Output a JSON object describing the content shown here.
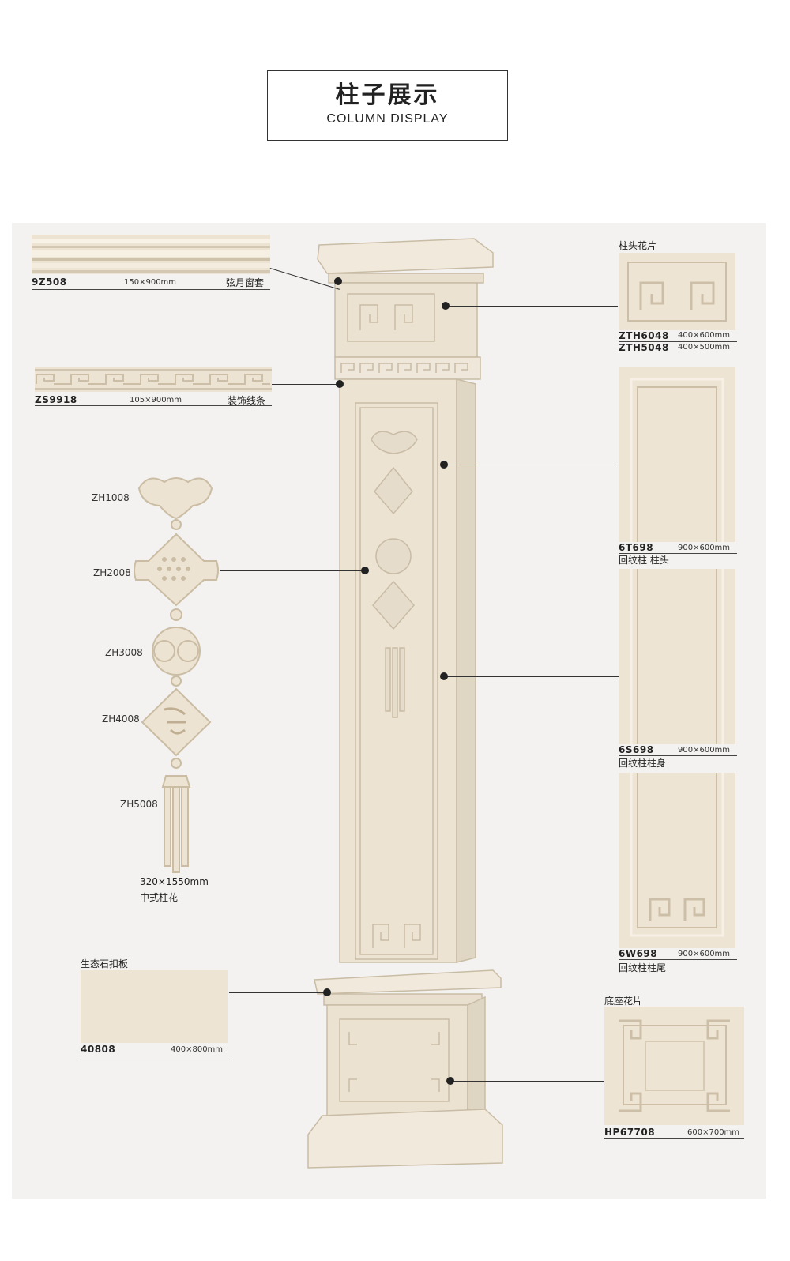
{
  "header": {
    "title_cn": "柱子展示",
    "title_en": "COLUMN DISPLAY"
  },
  "left": {
    "molding_top": {
      "code": "9Z508",
      "size": "150×900mm",
      "name": "弦月窗套"
    },
    "molding_strip": {
      "code": "ZS9918",
      "size": "105×900mm",
      "name": "装饰线条"
    },
    "ornament_codes": [
      "ZH1008",
      "ZH2008",
      "ZH3008",
      "ZH4008",
      "ZH5008"
    ],
    "ornament_size": "320×1550mm",
    "ornament_name": "中式柱花",
    "panel": {
      "heading": "生态石扣板",
      "code": "40808",
      "size": "400×800mm"
    }
  },
  "right": {
    "capital_heading": "柱头花片",
    "capital_codes": [
      {
        "code": "ZTH6048",
        "size": "400×600mm"
      },
      {
        "code": "ZTH5048",
        "size": "400×500mm"
      }
    ],
    "shaft_top": {
      "code": "6T698",
      "size": "900×600mm",
      "name": "回纹柱 柱头"
    },
    "shaft_body": {
      "code": "6S698",
      "size": "900×600mm",
      "name": "回纹柱柱身"
    },
    "shaft_tail": {
      "code": "6W698",
      "size": "900×600mm",
      "name": "回纹柱柱尾"
    },
    "base_heading": "底座花片",
    "base": {
      "code": "HP67708",
      "size": "600×700mm"
    }
  },
  "colors": {
    "stone": "#ede4d4",
    "stone_shade": "#d9ceba",
    "line": "#333333"
  }
}
